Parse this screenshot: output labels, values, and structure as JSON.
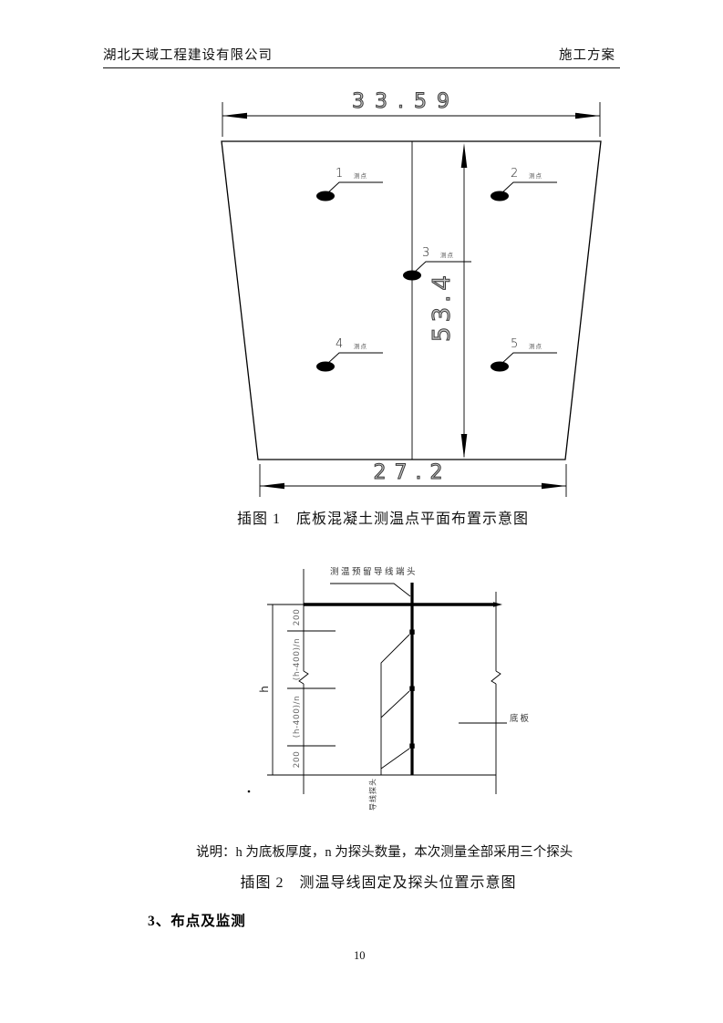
{
  "header": {
    "company": "湖北天域工程建设有限公司",
    "doc_type": "施工方案"
  },
  "figure1": {
    "top_width": "33.59",
    "bottom_width": "27.2",
    "height": "53.4",
    "points": [
      {
        "num": "1",
        "sub": "测点"
      },
      {
        "num": "2",
        "sub": "测点"
      },
      {
        "num": "3",
        "sub": "测点"
      },
      {
        "num": "4",
        "sub": "测点"
      },
      {
        "num": "5",
        "sub": "测点"
      }
    ],
    "caption": "插图 1　底板混凝土测温点平面布置示意图"
  },
  "figure2": {
    "wire_end_label": "测温预留导线端头",
    "segment_dims": [
      "200",
      "(h-400)/n",
      "(h-400)/n",
      "200"
    ],
    "total_height_label": "h",
    "slab_label": "底板",
    "probe_label": "导线探头",
    "stray_mark": ".",
    "caption": "插图 2　测温导线固定及探头位置示意图"
  },
  "note": "说明：h 为底板厚度，n 为探头数量，本次测量全部采用三个探头",
  "section_heading": "3、布点及监测",
  "page_number": "10"
}
